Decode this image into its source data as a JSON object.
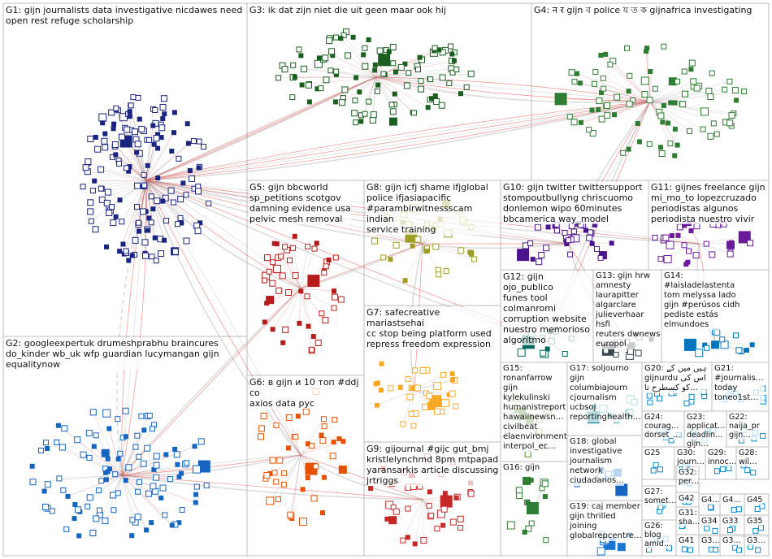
{
  "groups": [
    {
      "id": "G1",
      "label": "G1: gijn journalists data investigative nicdawes need\nopen rest refuge scholarship",
      "color": "#1a237e"
    },
    {
      "id": "G2",
      "label": "G2: googleexpertuk drumeshprabhu braincures\ndo_kinder wb_uk wfp guardian lucymangan gijn\nequalitynow",
      "color": "#1565c0"
    },
    {
      "id": "G3",
      "label": "G3: ik dat zijn niet die uit geen maar ook hij",
      "color": "#1b5e20"
    },
    {
      "id": "G4",
      "label": "G4: न र gijn ব police য ত ক gijnafrica investigating",
      "color": "#2e7d32"
    },
    {
      "id": "G5",
      "label": "G5: gijn bbcworld\nsp_petitions scotgov\ndamning evidence usa\npelvic mesh removal",
      "color": "#b71c1c"
    },
    {
      "id": "G6",
      "label": "G6: в gijn и 10 топ #ddj со\naxios data рус",
      "color": "#e65100"
    },
    {
      "id": "G7",
      "label": "G7: safecreative mariastsehai\ncc stop being platform used\nrepress freedom expression",
      "color": "#f9a825"
    },
    {
      "id": "G8",
      "label": "G8: gijn icfj shame ifjglobal\npolice ifjasiapacific\n#parambirwitnessscam indian\nservice training",
      "color": "#9e9d24"
    },
    {
      "id": "G9",
      "label": "G9: gijournal #gijc gut_bmj\nkristlelynchmd 8pm mtpapad\nyaransarkis article discussing\njrtriggs",
      "color": "#c62828"
    },
    {
      "id": "G10",
      "label": "G10: gijn twitter twittersupport\nstompoutbullyng chriscuomo\ndonlemon wipo 60minutes\nbbcamerica way_model",
      "color": "#4a148c"
    },
    {
      "id": "G11",
      "label": "G11: gijnes freelance gijn\nmi_mo_to lopezcruzado\nperiodistas algunos\nperiodista nuestro vivir",
      "color": "#6a1b9a"
    },
    {
      "id": "G12",
      "label": "G12: gijn ojo_publico\nfunes tool\ncolmanromi\ncorruption website\nnuestro memorioso\nalgoritmo",
      "color": "#00695c"
    },
    {
      "id": "G13",
      "label": "G13: gijn hrw\namnesty laurapitter\nalgarclare\njulieverhaar hsfi\nreuters dwnews\neuropol",
      "color": "#37474f"
    },
    {
      "id": "G14",
      "label": "G14:\n#laisladelastenta\ntom melyssa lado\ngijn #perúsos cidh\npediste estás\nelmundoes",
      "color": "#0277bd"
    },
    {
      "id": "G15",
      "label": "G15:\nronanfarrow\ngijn\nkylekulinski\nhumanistreport\nhawaiinewsn…\ncivilbeat\nelaenvironment\ninterpol_ec…",
      "color": "#558b2f"
    },
    {
      "id": "G16",
      "label": "G16: gijn",
      "color": "#2e7d32"
    },
    {
      "id": "G17",
      "label": "G17: soljourno\ngijn\ncolumbiajourn\ncjournalism\nucbsoj\nreportinghealth…",
      "color": "#00838f"
    },
    {
      "id": "G18",
      "label": "G18: global\ninvestigative\njournalism\nnetwork\nciudadanos…",
      "color": "#1565c0"
    },
    {
      "id": "G19",
      "label": "G19: caj member\ngijn thrilled\njoining\nglobalrepcentre…",
      "color": "#1976d2"
    },
    {
      "id": "G20",
      "label": "G20: ہیں میں کے\ngijnurdu اس کی\nکو کسطرح تا…",
      "color": "#0288d1"
    },
    {
      "id": "G21",
      "label": "G21:\n#journalis…\ntoday\ntoneo1st…",
      "color": "#0288d1"
    },
    {
      "id": "G22",
      "label": "G22:\nnaija_pr\ngijn…",
      "color": "#0288d1"
    },
    {
      "id": "G23",
      "label": "G23:\napplicat…\ndeadlin…\ngijn…",
      "color": "#0288d1"
    },
    {
      "id": "G24",
      "label": "G24:\ncourag…\ndorset_…",
      "color": "#0288d1"
    },
    {
      "id": "G25",
      "label": "G25",
      "color": "#0288d1"
    },
    {
      "id": "G26",
      "label": "G26:\nblog\namid…",
      "color": "#0288d1"
    },
    {
      "id": "G27",
      "label": "G27:\nsomet…",
      "color": "#0288d1"
    },
    {
      "id": "G28",
      "label": "G28:\nwil…",
      "color": "#0288d1"
    },
    {
      "id": "G29",
      "label": "G29:\ninnoc…",
      "color": "#0288d1"
    },
    {
      "id": "G30",
      "label": "G30:\njourn…",
      "color": "#0288d1"
    },
    {
      "id": "G31",
      "label": "G31:\nsha…",
      "color": "#0288d1"
    },
    {
      "id": "G32",
      "label": "G32:\nper…",
      "color": "#0288d1"
    },
    {
      "id": "G33",
      "label": "G33",
      "color": "#0288d1"
    },
    {
      "id": "G34",
      "label": "G34",
      "color": "#0288d1"
    },
    {
      "id": "G35",
      "label": "G35",
      "color": "#0288d1"
    },
    {
      "id": "G36",
      "label": "G3…",
      "color": "#0288d1"
    },
    {
      "id": "G37",
      "label": "G3…",
      "color": "#0288d1"
    },
    {
      "id": "G38",
      "label": "G3…",
      "color": "#0288d1"
    },
    {
      "id": "G39",
      "label": "G4…",
      "color": "#0288d1"
    },
    {
      "id": "G40",
      "label": "G4…",
      "color": "#0288d1"
    },
    {
      "id": "G41",
      "label": "G41",
      "color": "#0288d1"
    },
    {
      "id": "G42",
      "label": "G42",
      "color": "#0288d1"
    },
    {
      "id": "G45",
      "label": "G45",
      "color": "#0288d1"
    }
  ]
}
